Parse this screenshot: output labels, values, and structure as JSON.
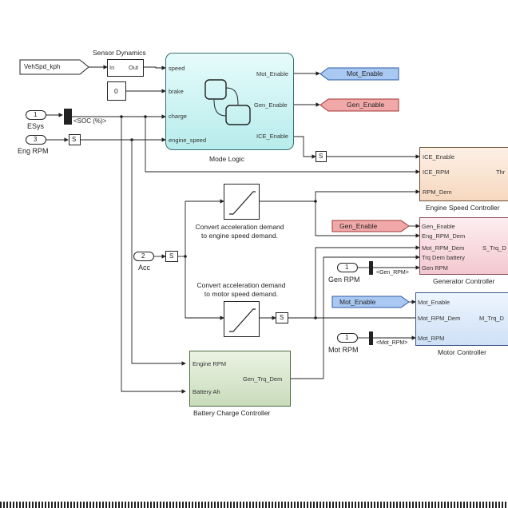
{
  "diagram": {
    "goto_inputs": {
      "vehspd": "VehSpd_kph"
    },
    "sensor_dynamics": {
      "title": "Sensor Dynamics",
      "in_port": "In",
      "out_port": "Out"
    },
    "constant": {
      "value": "0"
    },
    "inports": [
      {
        "number": "1",
        "label": "ESys"
      },
      {
        "number": "3",
        "label": "Eng RPM"
      },
      {
        "number": "2",
        "label": "Acc"
      }
    ],
    "soc_label": "<SOC (%)>",
    "selector_glyph": "S",
    "mode_logic": {
      "name": "Mode Logic",
      "in_ports": [
        "speed",
        "brake",
        "charge",
        "engine_speed"
      ],
      "out_ports": [
        "Mot_Enable",
        "Gen_Enable",
        "ICE_Enable"
      ]
    },
    "goto_tags": {
      "mot_enable": "Mot_Enable",
      "gen_enable": "Gen_Enable"
    },
    "engine_speed_controller": {
      "name": "Engine Speed Controller",
      "in_ports": [
        "ICE_Enable",
        "ICE_RPM",
        "RPM_Dem"
      ],
      "out_port_partial": "Thr"
    },
    "conversion_notes": {
      "engine": "Convert acceleration demand\nto engine speed demand.",
      "motor": "Convert acceleration demand\nto motor speed demand."
    },
    "generator_controller": {
      "name": "Generator Controller",
      "from_tag": "Gen_Enable",
      "in_ports": [
        "Gen_Enable",
        "Eng_RPM_Dem",
        "Mot_RPM_Dem",
        "Trq Dem battery",
        "Gen RPM"
      ],
      "out_port_partial": "S_Trq_D"
    },
    "gen_rpm_input": {
      "number": "1",
      "label": "Gen RPM",
      "bus_label": "<Gen_RPM>"
    },
    "motor_controller": {
      "name": "Motor Controller",
      "from_tag": "Mot_Enable",
      "in_ports": [
        "Mot_Enable",
        "Mot_RPM_Dem",
        "Mot_RPM"
      ],
      "out_port_partial": "M_Trq_D"
    },
    "mot_rpm_input": {
      "number": "1",
      "label": "Mot RPM",
      "bus_label": "<Mot_RPM>"
    },
    "battery_charge_controller": {
      "name": "Battery Charge Controller",
      "in_ports": [
        "Engine RPM",
        "Battery Ah"
      ],
      "out_port": "Gen_Trq_Dem"
    },
    "colors": {
      "mode_logic_fill": "#b8ecec",
      "engine_fill": "#f6d8bf",
      "generator_fill": "#f3c8d0",
      "motor_fill": "#cfe0f6",
      "battery_fill": "#c9dcbc",
      "goto_blue": "#a9c9f3",
      "goto_red": "#f1a8a8",
      "wire": "#222222"
    }
  }
}
